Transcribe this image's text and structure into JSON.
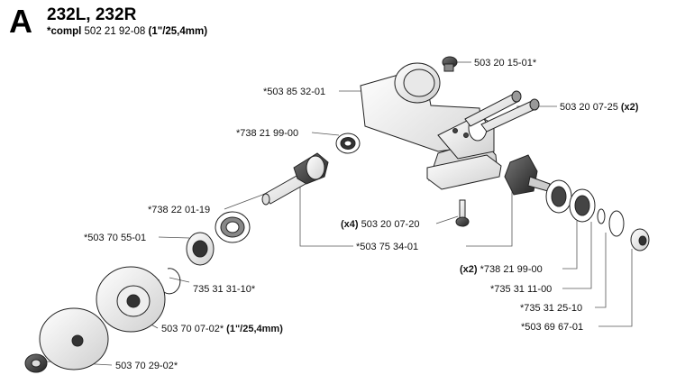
{
  "header": {
    "letter": "A",
    "title": "232L, 232R",
    "compl_prefix": "*compl",
    "compl_number": " 502 21 92-08 ",
    "compl_size": "(1\"/25,4mm)"
  },
  "callouts": {
    "c1": {
      "prefix": "",
      "text": "503 20 15-01*",
      "suffix": ""
    },
    "c2": {
      "prefix": "",
      "text": "*503 85 32-01",
      "suffix": ""
    },
    "c3": {
      "prefix": "",
      "text": "503 20 07-25 ",
      "suffix": "(x2)"
    },
    "c4": {
      "prefix": "",
      "text": "*738 21 99-00",
      "suffix": ""
    },
    "c5": {
      "prefix": "",
      "text": "*738 22 01-19",
      "suffix": ""
    },
    "c6": {
      "prefix": "(x4) ",
      "text": "503 20 07-20",
      "suffix": ""
    },
    "c7": {
      "prefix": "",
      "text": "*503 70 55-01",
      "suffix": ""
    },
    "c8": {
      "prefix": "",
      "text": "*503 75 34-01",
      "suffix": ""
    },
    "c9": {
      "prefix": "(x2) ",
      "text": "*738 21 99-00",
      "suffix": ""
    },
    "c10": {
      "prefix": "",
      "text": "735 31 31-10*",
      "suffix": ""
    },
    "c11": {
      "prefix": "",
      "text": "*735 31 11-00",
      "suffix": ""
    },
    "c12": {
      "prefix": "",
      "text": "503 70 07-02* ",
      "suffix": "(1\"/25,4mm)"
    },
    "c13": {
      "prefix": "",
      "text": "*735 31 25-10",
      "suffix": ""
    },
    "c14": {
      "prefix": "",
      "text": "*503 69 67-01",
      "suffix": ""
    },
    "c15": {
      "prefix": "",
      "text": "503 70 29-02*",
      "suffix": ""
    }
  }
}
